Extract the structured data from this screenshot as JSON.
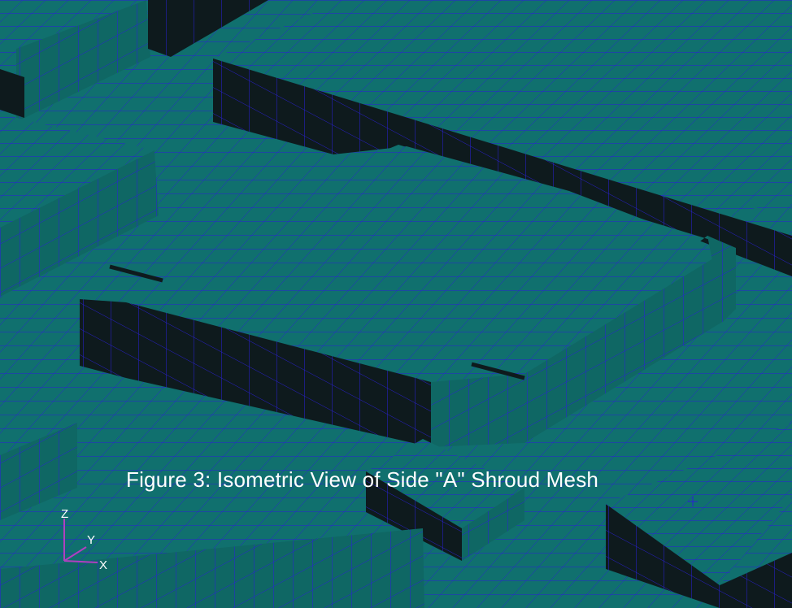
{
  "figure": {
    "caption": "Figure 3: Isometric View of Side \"A\" Shroud Mesh"
  },
  "triad": {
    "z_label": "Z",
    "y_label": "Y",
    "x_label": "X",
    "axis_color": "#b040c0"
  },
  "colors": {
    "top_face": "#10706e",
    "side_face_light": "#0f6764",
    "side_face_dark": "#0e1a1d",
    "mesh_line": "#2a1fd6",
    "background": "#0c1a1c",
    "caption_text": "#ffffff"
  }
}
